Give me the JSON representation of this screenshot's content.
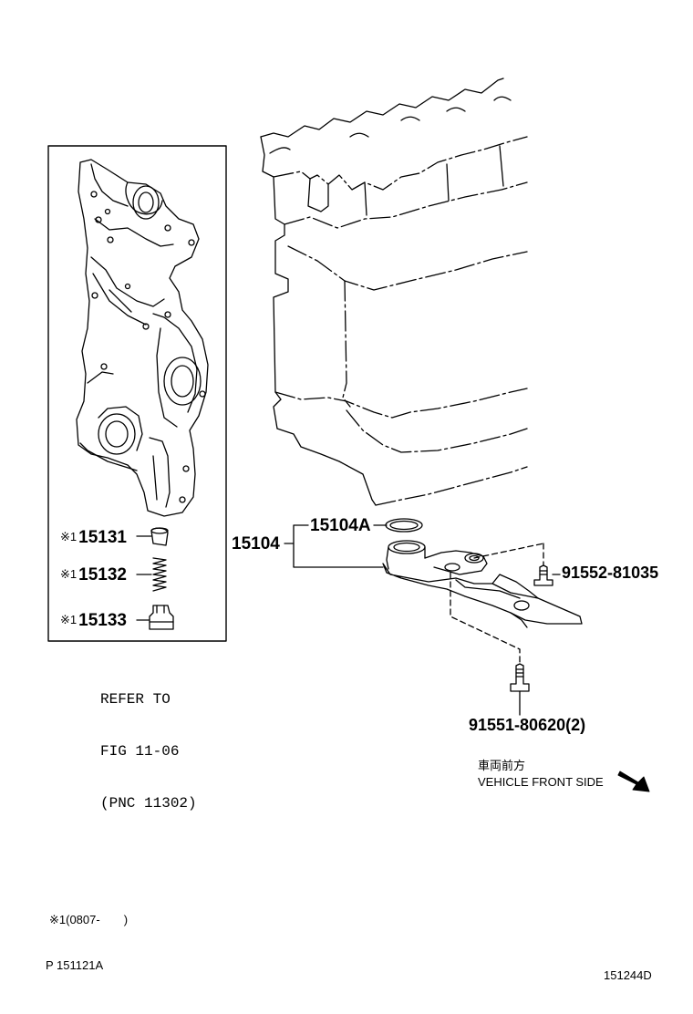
{
  "parts": {
    "p15131": "15131",
    "p15132": "15132",
    "p15133": "15133",
    "p15104": "15104",
    "p15104A": "15104A",
    "p91552": "91552-81035",
    "p91551": "91551-80620(2)"
  },
  "marks": {
    "note_mark": "※1"
  },
  "reference": {
    "line1": "REFER TO",
    "line2": "FIG 11-06",
    "line3": "(PNC 11302)"
  },
  "direction": {
    "jp": "車両前方",
    "en": "VEHICLE FRONT SIDE"
  },
  "footnote": {
    "text": "※1(0807-　　)"
  },
  "footer": {
    "left": "P  151121A",
    "right": "151244D"
  }
}
